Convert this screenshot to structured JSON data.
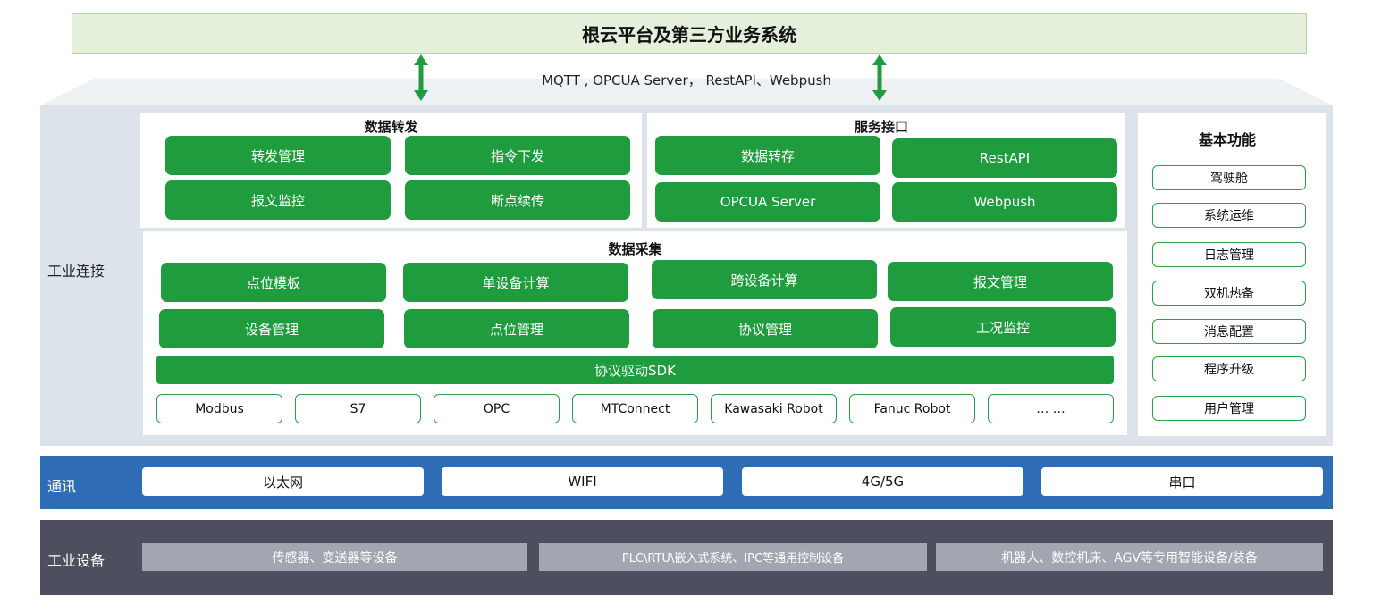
{
  "top_system": "根云平台及第三方业务系统",
  "protocols": "MQTT , OPCUA Server， RestAPI、Webpush",
  "layers": {
    "industrial_connection": "工业连接",
    "communication": "通讯",
    "industrial_equipment": "工业设备"
  },
  "data_forwarding": {
    "title": "数据转发",
    "items": [
      "转发管理",
      "指令下发",
      "报文监控",
      "断点续传"
    ]
  },
  "service_interface": {
    "title": "服务接口",
    "items": [
      "数据转存",
      "RestAPI",
      "OPCUA Server",
      "Webpush"
    ]
  },
  "data_collection": {
    "title": "数据采集",
    "items": [
      "点位模板",
      "单设备计算",
      "跨设备计算",
      "报文管理",
      "设备管理",
      "点位管理",
      "协议管理",
      "工况监控"
    ],
    "sdk": "协议驱动SDK",
    "drivers": [
      "Modbus",
      "S7",
      "OPC",
      "MTConnect",
      "Kawasaki Robot",
      "Fanuc Robot",
      "… …"
    ]
  },
  "basic_functions": {
    "title": "基本功能",
    "items": [
      "驾驶舱",
      "系统运维",
      "日志管理",
      "双机热备",
      "消息配置",
      "程序升级",
      "用户管理"
    ]
  },
  "communication_items": [
    "以太网",
    "WIFI",
    "4G/5G",
    "串口"
  ],
  "equipment_items": [
    "传感器、变送器等设备",
    "PLC\\RTU\\嵌入式系统、IPC等通用控制设备",
    "机器人、数控机床、AGV等专用智能设备/装备"
  ],
  "colors": {
    "green": "#1e9c3e",
    "top_banner": "#e4f0dc",
    "industrial_band": "#dde3ea",
    "communication_band": "#2e6db5",
    "equipment_band": "#4d4f5e",
    "equipment_item": "#a3a6b1"
  }
}
